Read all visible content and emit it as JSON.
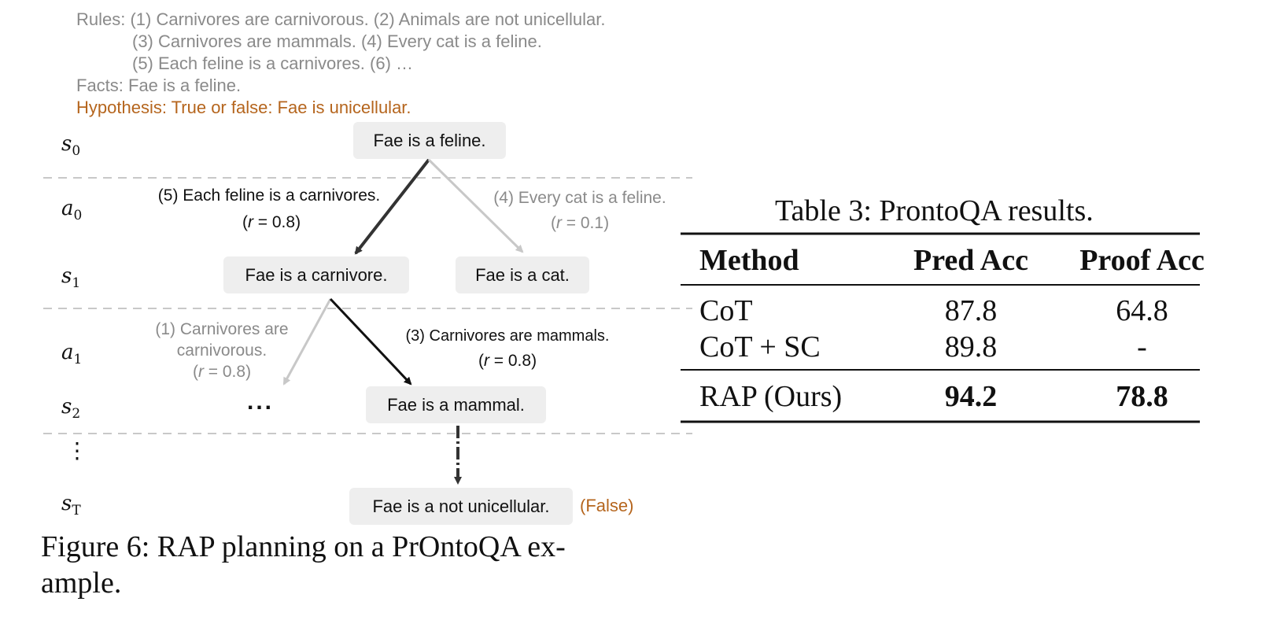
{
  "context": {
    "rules_line1": "Rules: (1) Carnivores are carnivorous. (2) Animals are not unicellular.",
    "rules_line2": "(3) Carnivores are mammals. (4) Every cat is a feline.",
    "rules_line3": "(5) Each feline is a carnivores. (6) …",
    "facts": "Facts: Fae is a feline.",
    "hypothesis": "Hypothesis: True or false: Fae is unicellular."
  },
  "rows": {
    "s0": {
      "base": "s",
      "sub": "0"
    },
    "a0": {
      "base": "a",
      "sub": "0"
    },
    "s1": {
      "base": "s",
      "sub": "1"
    },
    "a1": {
      "base": "a",
      "sub": "1"
    },
    "s2": {
      "base": "s",
      "sub": "2"
    },
    "vdots": "⋮",
    "sT": {
      "base": "s",
      "sub": "T"
    }
  },
  "nodes": {
    "s0": "Fae is a feline.",
    "s1_left": "Fae is a carnivore.",
    "s1_right": "Fae is a cat.",
    "s2_ellipsis": "...",
    "s2": "Fae is a mammal.",
    "sT": "Fae is a not unicellular.",
    "sT_result": "(False)"
  },
  "actions": {
    "a0_left": {
      "text": "(5) Each feline is a carnivores.",
      "reward_prefix": "(",
      "r": "r",
      "reward": " = 0.8)"
    },
    "a0_right": {
      "text": "(4) Every cat is a feline.",
      "reward_prefix": "(",
      "r": "r",
      "reward": " = 0.1)"
    },
    "a1_left": {
      "line1": "(1) Carnivores are",
      "line2": "carnivorous.",
      "reward_prefix": "(",
      "r": "r",
      "reward": " = 0.8)"
    },
    "a1_right": {
      "text": "(3) Carnivores are mammals.",
      "reward_prefix": "(",
      "r": "r",
      "reward": " = 0.8)"
    }
  },
  "figure_caption_line1": "Figure 6: RAP planning on a PrOntoQA ex-",
  "figure_caption_line2": "ample.",
  "table": {
    "title": "Table 3: ProntoQA results.",
    "headers": [
      "Method",
      "Pred Acc",
      "Proof Acc"
    ],
    "rows": [
      [
        "CoT",
        "87.8",
        "64.8"
      ],
      [
        "CoT + SC",
        "89.8",
        "-"
      ],
      [
        "RAP (Ours)",
        "94.2",
        "78.8"
      ]
    ]
  },
  "colors": {
    "orange": "#b5651d",
    "gray": "#8a8a8a",
    "node_bg": "#eeeeee"
  }
}
